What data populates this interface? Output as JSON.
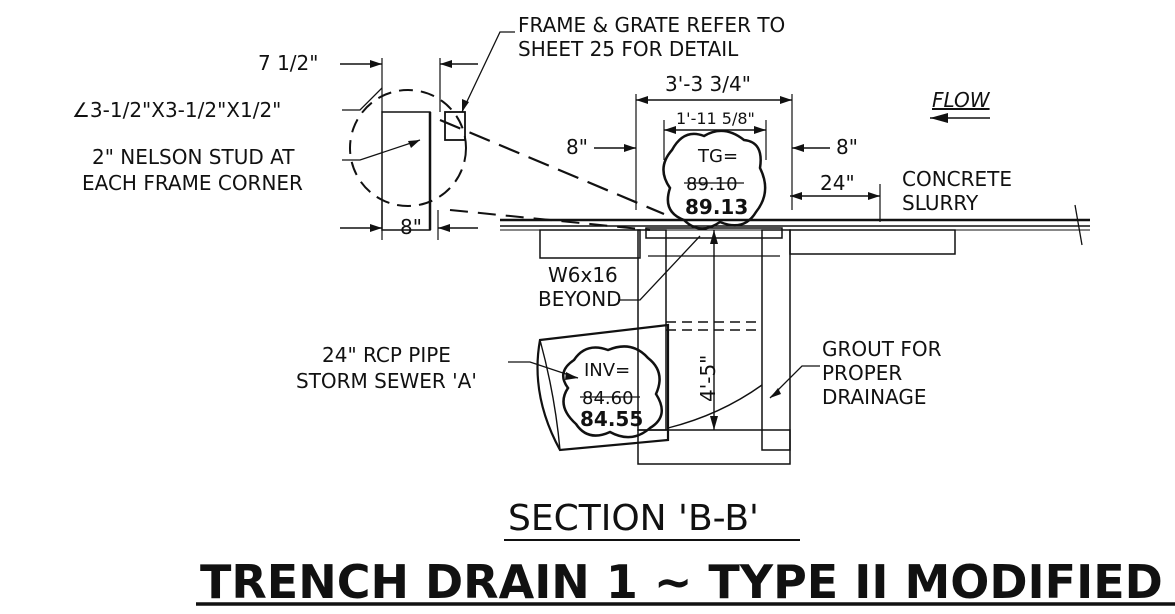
{
  "labels": {
    "frame_grate_1": "FRAME & GRATE REFER TO",
    "frame_grate_2": "SHEET 25 FOR DETAIL",
    "dim_7half": "7 1/2\"",
    "angle": "∠3-1/2\"X3-1/2\"X1/2\"",
    "stud_1": "2\" NELSON STUD AT",
    "stud_2": "EACH FRAME CORNER",
    "dim_8_left": "8\"",
    "dim_overall": "3'-3 3/4\"",
    "dim_inner": "1'-11 5/8\"",
    "dim_8_mid": "8\"",
    "dim_8_right": "8\"",
    "dim_24": "24\"",
    "flow": "FLOW",
    "concrete_1": "CONCRETE",
    "concrete_2": "SLURRY",
    "tg_label": "TG=",
    "tg_old": "89.10",
    "tg_new": "89.13",
    "beam_1": "W6x16",
    "beam_2": "BEYOND",
    "pipe_1": "24\" RCP PIPE",
    "pipe_2": "STORM SEWER 'A'",
    "inv_label": "INV=",
    "inv_old": "84.60",
    "inv_new": "84.55",
    "dim_depth": "4'-5\"",
    "grout_1": "GROUT FOR",
    "grout_2": "PROPER",
    "grout_3": "DRAINAGE",
    "section_title": "SECTION 'B-B'",
    "main_title": "TRENCH DRAIN 1 ~ TYPE II MODIFIED"
  }
}
